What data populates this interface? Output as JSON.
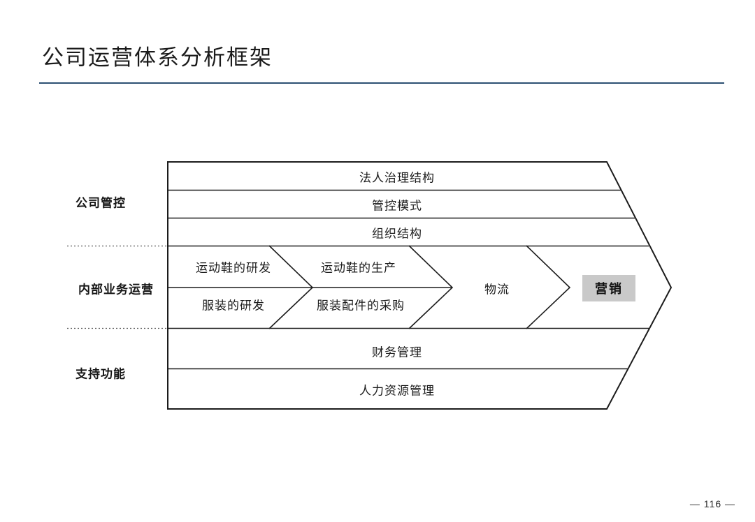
{
  "slide": {
    "title": "公司运营体系分析框架",
    "page_number": "— 116 —",
    "accent_color": "#2c4f72",
    "highlight_color": "#c9c9c9",
    "line_color": "#1b1b1b"
  },
  "rows": [
    {
      "id": "governance",
      "label": "公司管控"
    },
    {
      "id": "operations",
      "label": "内部业务运营"
    },
    {
      "id": "support",
      "label": "支持功能"
    }
  ],
  "governance_bands": [
    {
      "id": "corporate-governance",
      "text": "法人治理结构"
    },
    {
      "id": "control-mode",
      "text": "管控模式"
    },
    {
      "id": "org-structure",
      "text": "组织结构"
    }
  ],
  "support_bands": [
    {
      "id": "finance",
      "text": "财务管理"
    },
    {
      "id": "hr",
      "text": "人力资源管理"
    }
  ],
  "value_chain": {
    "stages": [
      {
        "id": "stage-1",
        "top_label": "运动鞋的研发",
        "bottom_label": "服装的研发"
      },
      {
        "id": "stage-2",
        "top_label": "运动鞋的生产",
        "bottom_label": "服装配件的采购"
      },
      {
        "id": "stage-3",
        "label": "物流"
      },
      {
        "id": "stage-4",
        "label": "营销",
        "highlighted": true
      }
    ]
  }
}
